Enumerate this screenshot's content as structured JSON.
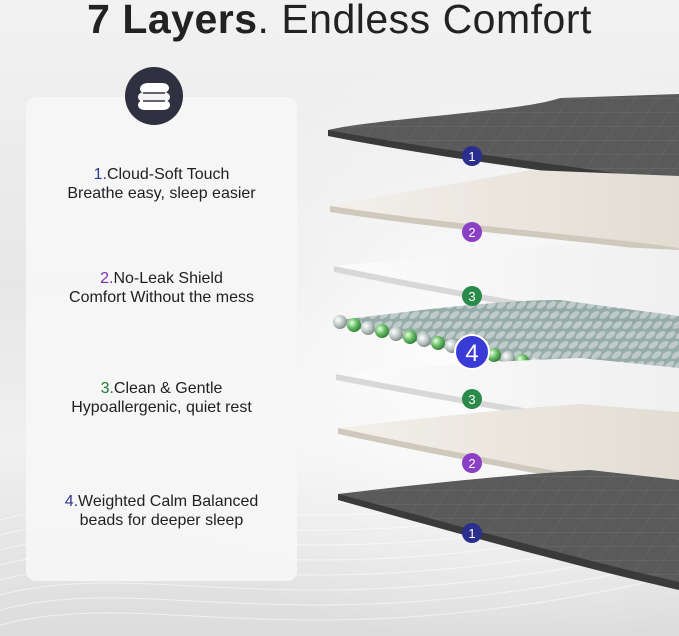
{
  "title": {
    "bold": "7 Layers",
    "rest": ". Endless Comfort"
  },
  "features": [
    {
      "number": "1.",
      "name": "Cloud-Soft Touch",
      "desc": "Breathe easy, sleep easier",
      "color": "#2e3a8c"
    },
    {
      "number": "2.",
      "name": "No-Leak Shield",
      "desc": "Comfort Without the mess",
      "color": "#7a2fb3"
    },
    {
      "number": "3.",
      "name": "Clean & Gentle",
      "desc": "Hypoallergenic, quiet rest",
      "color": "#1f7a3a"
    },
    {
      "number": "4.",
      "name": "Weighted Calm Balanced",
      "desc": "beads for deeper sleep",
      "color": "#2e3a8c"
    }
  ],
  "layer_badges": [
    "1",
    "2",
    "3",
    "4",
    "3",
    "2",
    "1"
  ],
  "colors": {
    "badge_blue": "#2a2f8e",
    "badge_purple": "#8a3fc4",
    "badge_green": "#2a8a4a",
    "badge_center": "#3a3ad6",
    "dark_layer": "#4a4a4a",
    "beige_layer": "#ece8e0",
    "bead_green": "#6cc06a"
  },
  "icon": "folded-blanket-icon"
}
